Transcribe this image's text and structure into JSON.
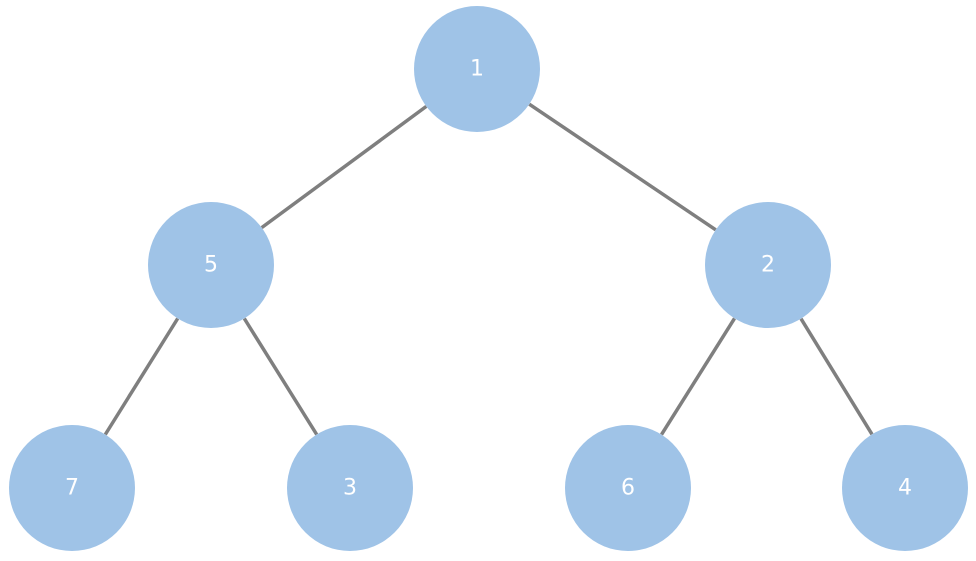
{
  "diagram": {
    "type": "binary-tree",
    "colors": {
      "node_fill": "#9fc3e7",
      "node_text": "#ffffff",
      "edge": "#7f7f7f",
      "background": "#ffffff"
    },
    "nodes": [
      {
        "id": "n1",
        "label": "1"
      },
      {
        "id": "n5",
        "label": "5"
      },
      {
        "id": "n2",
        "label": "2"
      },
      {
        "id": "n7",
        "label": "7"
      },
      {
        "id": "n3",
        "label": "3"
      },
      {
        "id": "n6",
        "label": "6"
      },
      {
        "id": "n4",
        "label": "4"
      }
    ],
    "edges": [
      {
        "from": "n1",
        "to": "n5"
      },
      {
        "from": "n1",
        "to": "n2"
      },
      {
        "from": "n5",
        "to": "n7"
      },
      {
        "from": "n5",
        "to": "n3"
      },
      {
        "from": "n2",
        "to": "n6"
      },
      {
        "from": "n2",
        "to": "n4"
      }
    ]
  }
}
